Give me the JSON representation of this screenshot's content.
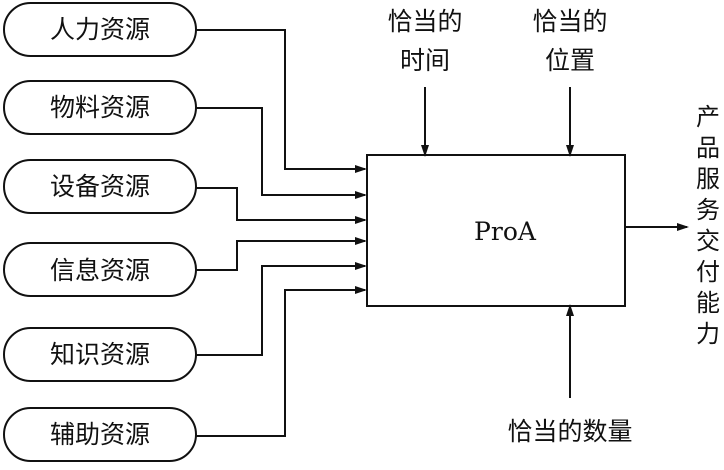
{
  "diagram": {
    "resources": [
      {
        "label": "人力资源"
      },
      {
        "label": "物料资源"
      },
      {
        "label": "设备资源"
      },
      {
        "label": "信息资源"
      },
      {
        "label": "知识资源"
      },
      {
        "label": "辅助资源"
      }
    ],
    "top_inputs": [
      {
        "line1": "恰当的",
        "line2": "时间"
      },
      {
        "line1": "恰当的",
        "line2": "位置"
      }
    ],
    "process_label": "ProA",
    "bottom_input": "恰当的数量",
    "output_label": [
      "产",
      "品",
      "服",
      "务",
      "交",
      "付",
      "能",
      "力"
    ],
    "colors": {
      "stroke": "#111111",
      "background": "#ffffff"
    }
  }
}
